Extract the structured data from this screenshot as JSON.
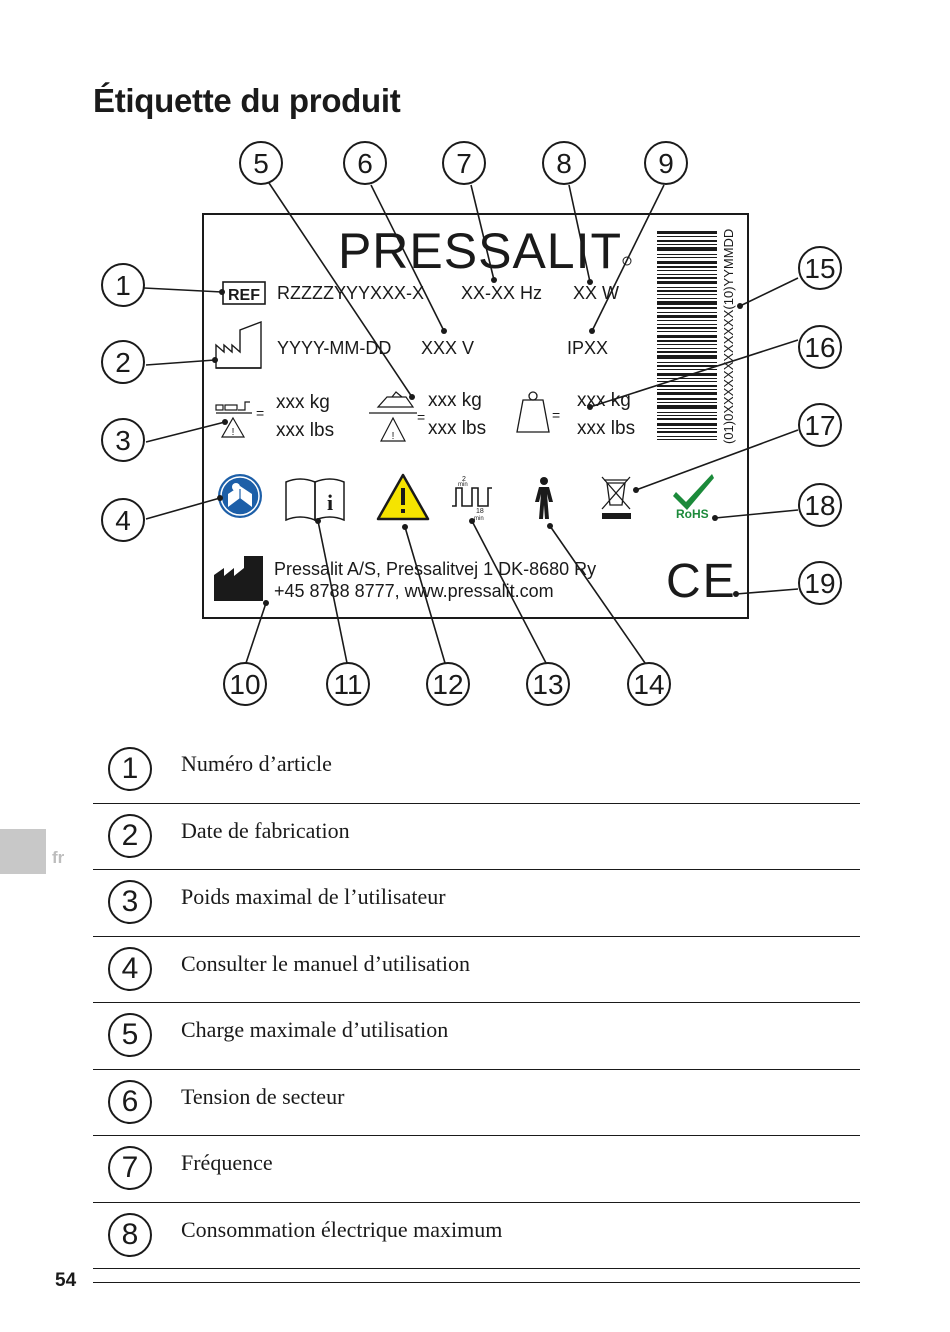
{
  "page": {
    "title": "Étiquette du produit",
    "lang_tab": "fr",
    "page_number": "54"
  },
  "label": {
    "brand": "PRESSALIT",
    "ref_badge": "REF",
    "ref_code": "RZZZZYYYXXX-X",
    "frequency": "XX-XX Hz",
    "power": "XX W",
    "date": "YYYY-MM-DD",
    "voltage": "XXX V",
    "ip_rating": "IPXX",
    "user_weight_kg": "xxx kg",
    "user_weight_lbs": "xxx lbs",
    "safe_load_kg": "xxx kg",
    "safe_load_lbs": "xxx lbs",
    "weight_kg": "xxx kg",
    "weight_lbs": "xxx lbs",
    "eq_1": "=",
    "eq_2": "=",
    "eq_3": "=",
    "barcode_text": "(01)0XXXXXXXXXXXX(10)YYMMDD",
    "duty_top": "2",
    "duty_top_unit": "min",
    "duty_bottom": "18",
    "duty_bottom_unit": "min",
    "rohs": "RoHS",
    "ce": "CE",
    "manufacturer_line1": "Pressalit A/S, Pressalitvej 1 DK-8680 Ry",
    "manufacturer_line2": "+45 8788 8777, www.pressalit.com"
  },
  "callouts": [
    "1",
    "2",
    "3",
    "4",
    "5",
    "6",
    "7",
    "8",
    "9",
    "10",
    "11",
    "12",
    "13",
    "14",
    "15",
    "16",
    "17",
    "18",
    "19"
  ],
  "legend": [
    {
      "num": "1",
      "text": "Numéro d’article"
    },
    {
      "num": "2",
      "text": "Date de fabrication"
    },
    {
      "num": "3",
      "text": "Poids maximal de l’utilisateur"
    },
    {
      "num": "4",
      "text": "Consulter le manuel d’utilisation"
    },
    {
      "num": "5",
      "text": "Charge maximale d’utilisation"
    },
    {
      "num": "6",
      "text": "Tension de secteur"
    },
    {
      "num": "7",
      "text": "Fréquence"
    },
    {
      "num": "8",
      "text": "Consommation électrique maximum"
    }
  ],
  "colors": {
    "ink": "#1a1a1a",
    "manual_blue": "#1d5fa8",
    "warning_yellow": "#f5e400",
    "rohs_green": "#1b8a3a",
    "tab_gray": "#c8c8c8"
  }
}
